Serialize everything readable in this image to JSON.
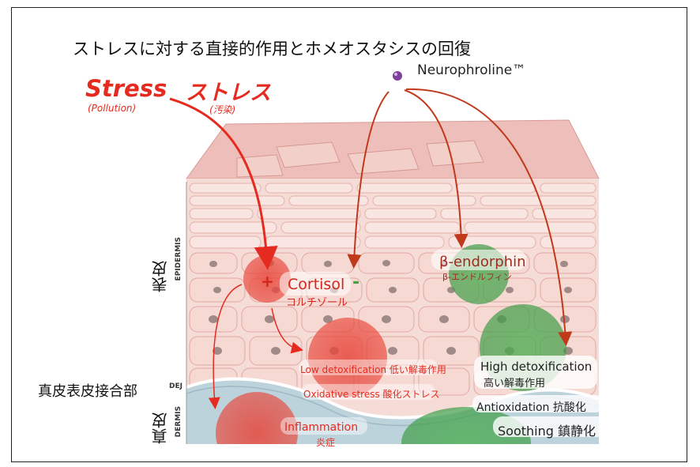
{
  "title": "ストレスに対する直接的作用とホメオスタシスの回復",
  "stress": {
    "en": "Stress",
    "ja": "ストレス",
    "source_en": "(Pollution)",
    "source_ja": "(汚染)"
  },
  "ingredient": "Neurophroline™",
  "layers": {
    "epidermis_ja": "表皮",
    "epidermis_en": "EPIDERMIS",
    "dej_ja": "真皮表皮接合部",
    "dej_en": "DEJ",
    "dermis_ja": "真皮",
    "dermis_en": "DERMIS"
  },
  "cortisol": {
    "plus": "+",
    "en": "Cortisol",
    "minus": "-",
    "ja": "コルチゾール"
  },
  "endorphin": {
    "en": "β-endorphin",
    "ja": "β-エンドルフィン"
  },
  "negative_effects": {
    "low_detox": "Low detoxification 低い解毒作用",
    "oxidative": "Oxidative stress 酸化ストレス",
    "inflammation_en": "Inflammation",
    "inflammation_ja": "炎症"
  },
  "positive_effects": {
    "high_detox_en": "High detoxification",
    "high_detox_ja": "高い解毒作用",
    "antiox": "Antioxidation 抗酸化",
    "soothing": "Soothing 鎮静化"
  },
  "colors": {
    "stress_red": "#e52b1f",
    "arrow_brown": "#c0391b",
    "positive_green": "#3aa845",
    "skin_pink": "#f4cbc4"
  }
}
